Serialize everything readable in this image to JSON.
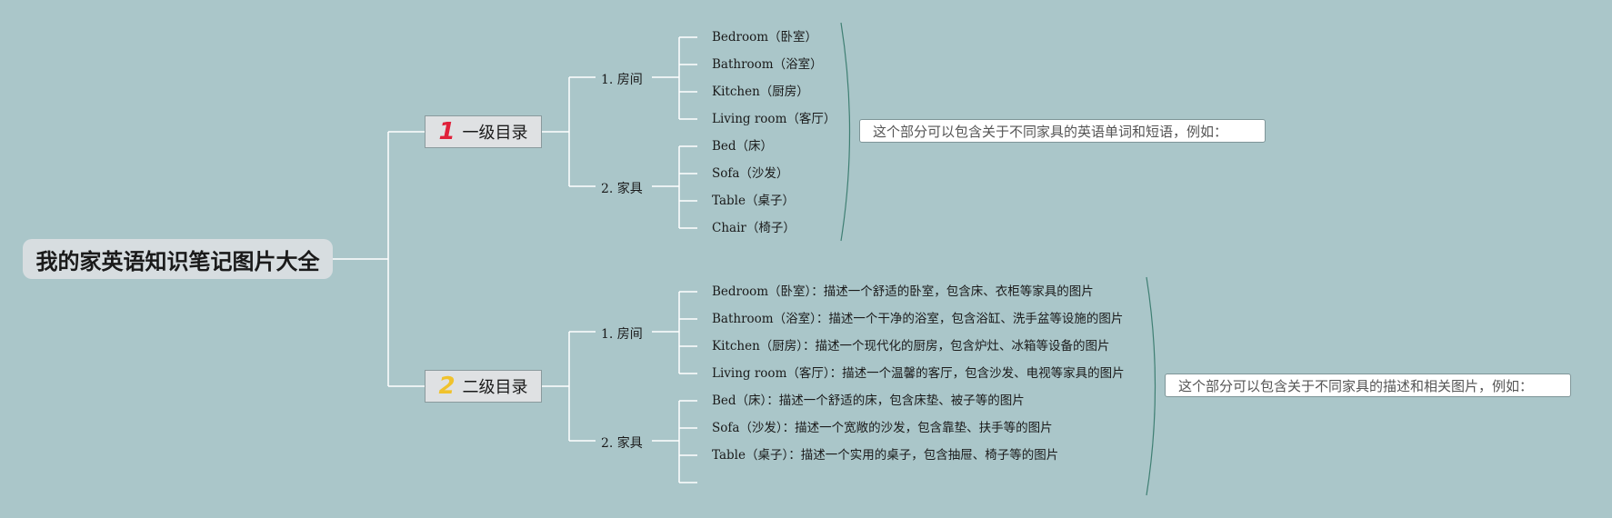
{
  "root": {
    "title": "我的家英语知识笔记图片大全"
  },
  "branches": [
    {
      "number": "1",
      "label": "一级目录",
      "groups": [
        {
          "label": "1. 房间",
          "items": [
            "Bedroom（卧室）",
            "Bathroom（浴室）",
            "Kitchen（厨房）",
            "Living room（客厅）"
          ]
        },
        {
          "label": "2. 家具",
          "items": [
            "Bed（床）",
            "Sofa（沙发）",
            "Table（桌子）",
            "Chair（椅子）"
          ]
        }
      ],
      "note": "这个部分可以包含关于不同家具的英语单词和短语，例如："
    },
    {
      "number": "2",
      "label": "二级目录",
      "groups": [
        {
          "label": "1. 房间",
          "items": [
            "Bedroom（卧室）：描述一个舒适的卧室，包含床、衣柜等家具的图片",
            "Bathroom（浴室）：描述一个干净的浴室，包含浴缸、洗手盆等设施的图片",
            "Kitchen（厨房）：描述一个现代化的厨房，包含炉灶、冰箱等设备的图片",
            "Living room（客厅）：描述一个温馨的客厅，包含沙发、电视等家具的图片"
          ]
        },
        {
          "label": "2. 家具",
          "items": [
            "Bed（床）：描述一个舒适的床，包含床垫、被子等的图片",
            "Sofa（沙发）：描述一个宽敞的沙发，包含靠垫、扶手等的图片",
            "Table（桌子）：描述一个实用的桌子，包含抽屉、椅子等的图片",
            ""
          ]
        }
      ],
      "note": "这个部分可以包含关于不同家具的描述和相关图片，例如："
    }
  ],
  "colors": {
    "background": "#aac6c9",
    "connector": "#ffffff",
    "bracket": "#3f7f73",
    "accent_1": "#e0203a",
    "accent_2": "#f0c22c"
  }
}
